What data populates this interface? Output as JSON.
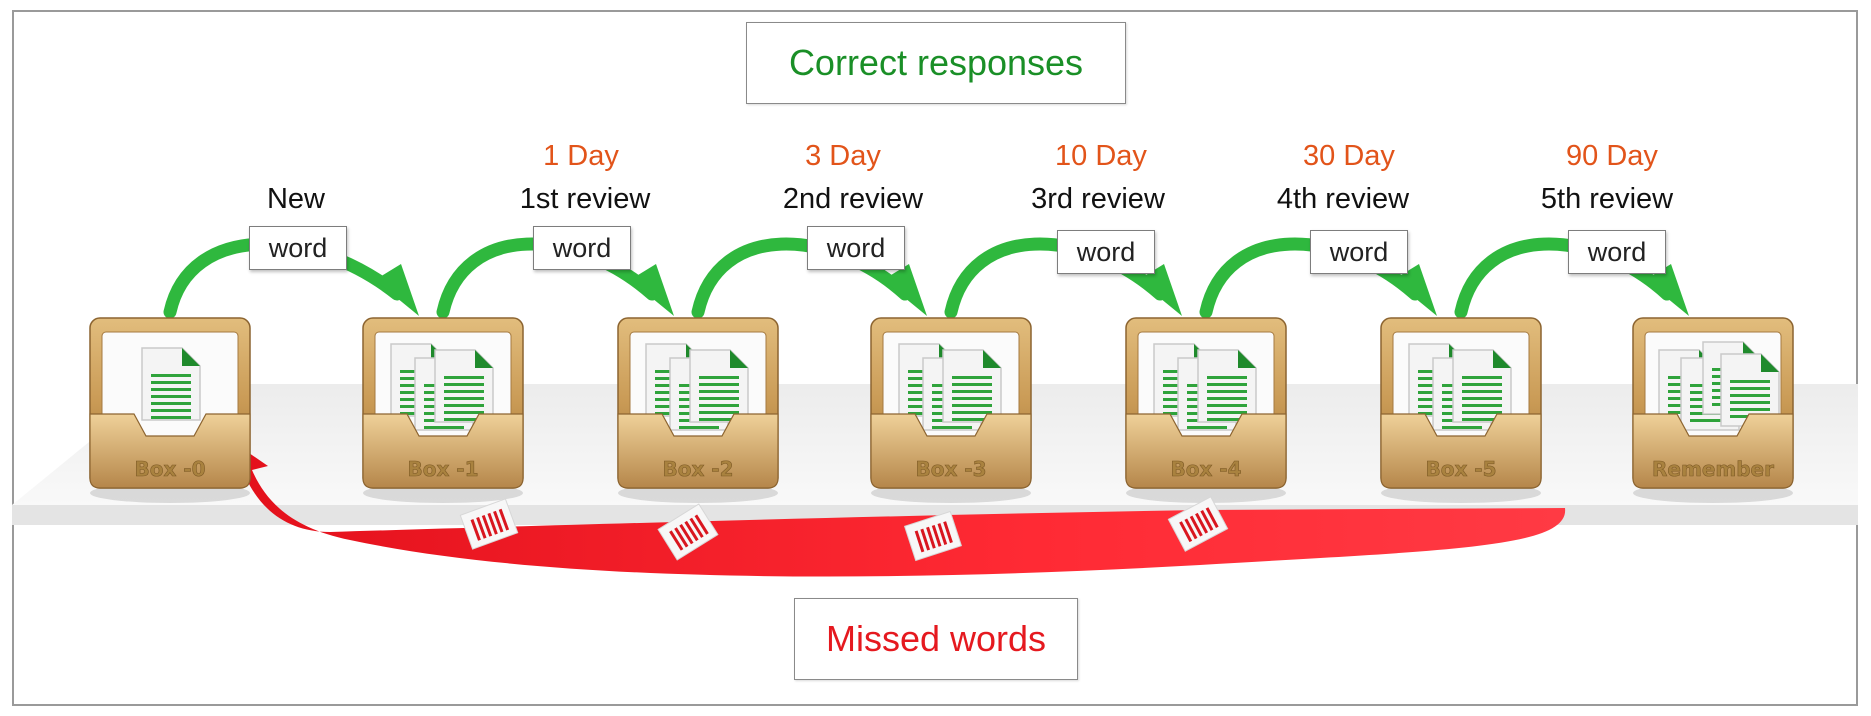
{
  "header": {
    "title": "Correct responses"
  },
  "footer": {
    "title": "Missed words"
  },
  "intervals": [
    "1 Day",
    "3 Day",
    "10 Day",
    "30 Day",
    "90 Day"
  ],
  "stages": [
    "New",
    "1st review",
    "2nd review",
    "3rd review",
    "4th review",
    "5th review"
  ],
  "word_tags": [
    "word",
    "word",
    "word",
    "word",
    "word",
    "word"
  ],
  "boxes": [
    {
      "label": "Box -0",
      "docs": 1
    },
    {
      "label": "Box -1",
      "docs": 3
    },
    {
      "label": "Box -2",
      "docs": 3
    },
    {
      "label": "Box -3",
      "docs": 3
    },
    {
      "label": "Box -4",
      "docs": 3
    },
    {
      "label": "Box -5",
      "docs": 3
    },
    {
      "label": "Remember",
      "docs": 4
    }
  ],
  "colors": {
    "correct": "#1a8f27",
    "missed": "#e5191f",
    "interval": "#e2541a",
    "arrow_green": "#2fb83e",
    "box_wood": "#c99a55"
  }
}
